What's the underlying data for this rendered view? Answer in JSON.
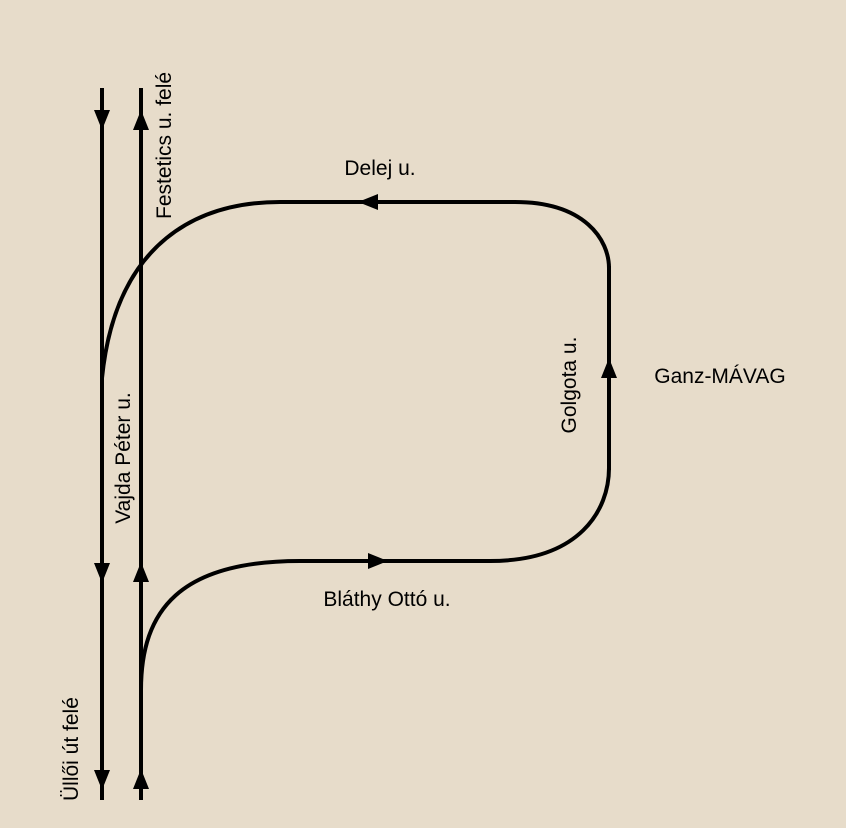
{
  "colors": {
    "background": "#e7dcca",
    "track": "#000000",
    "text": "#000000"
  },
  "labels": {
    "festetics": "Festetics u. felé",
    "delej": "Delej u.",
    "golgota": "Golgota u.",
    "ganz": "Ganz-MÁVAG",
    "vajda": "Vajda Péter u.",
    "blathy": "Bláthy Ottó u.",
    "ulloi": "Üllői út felé"
  }
}
